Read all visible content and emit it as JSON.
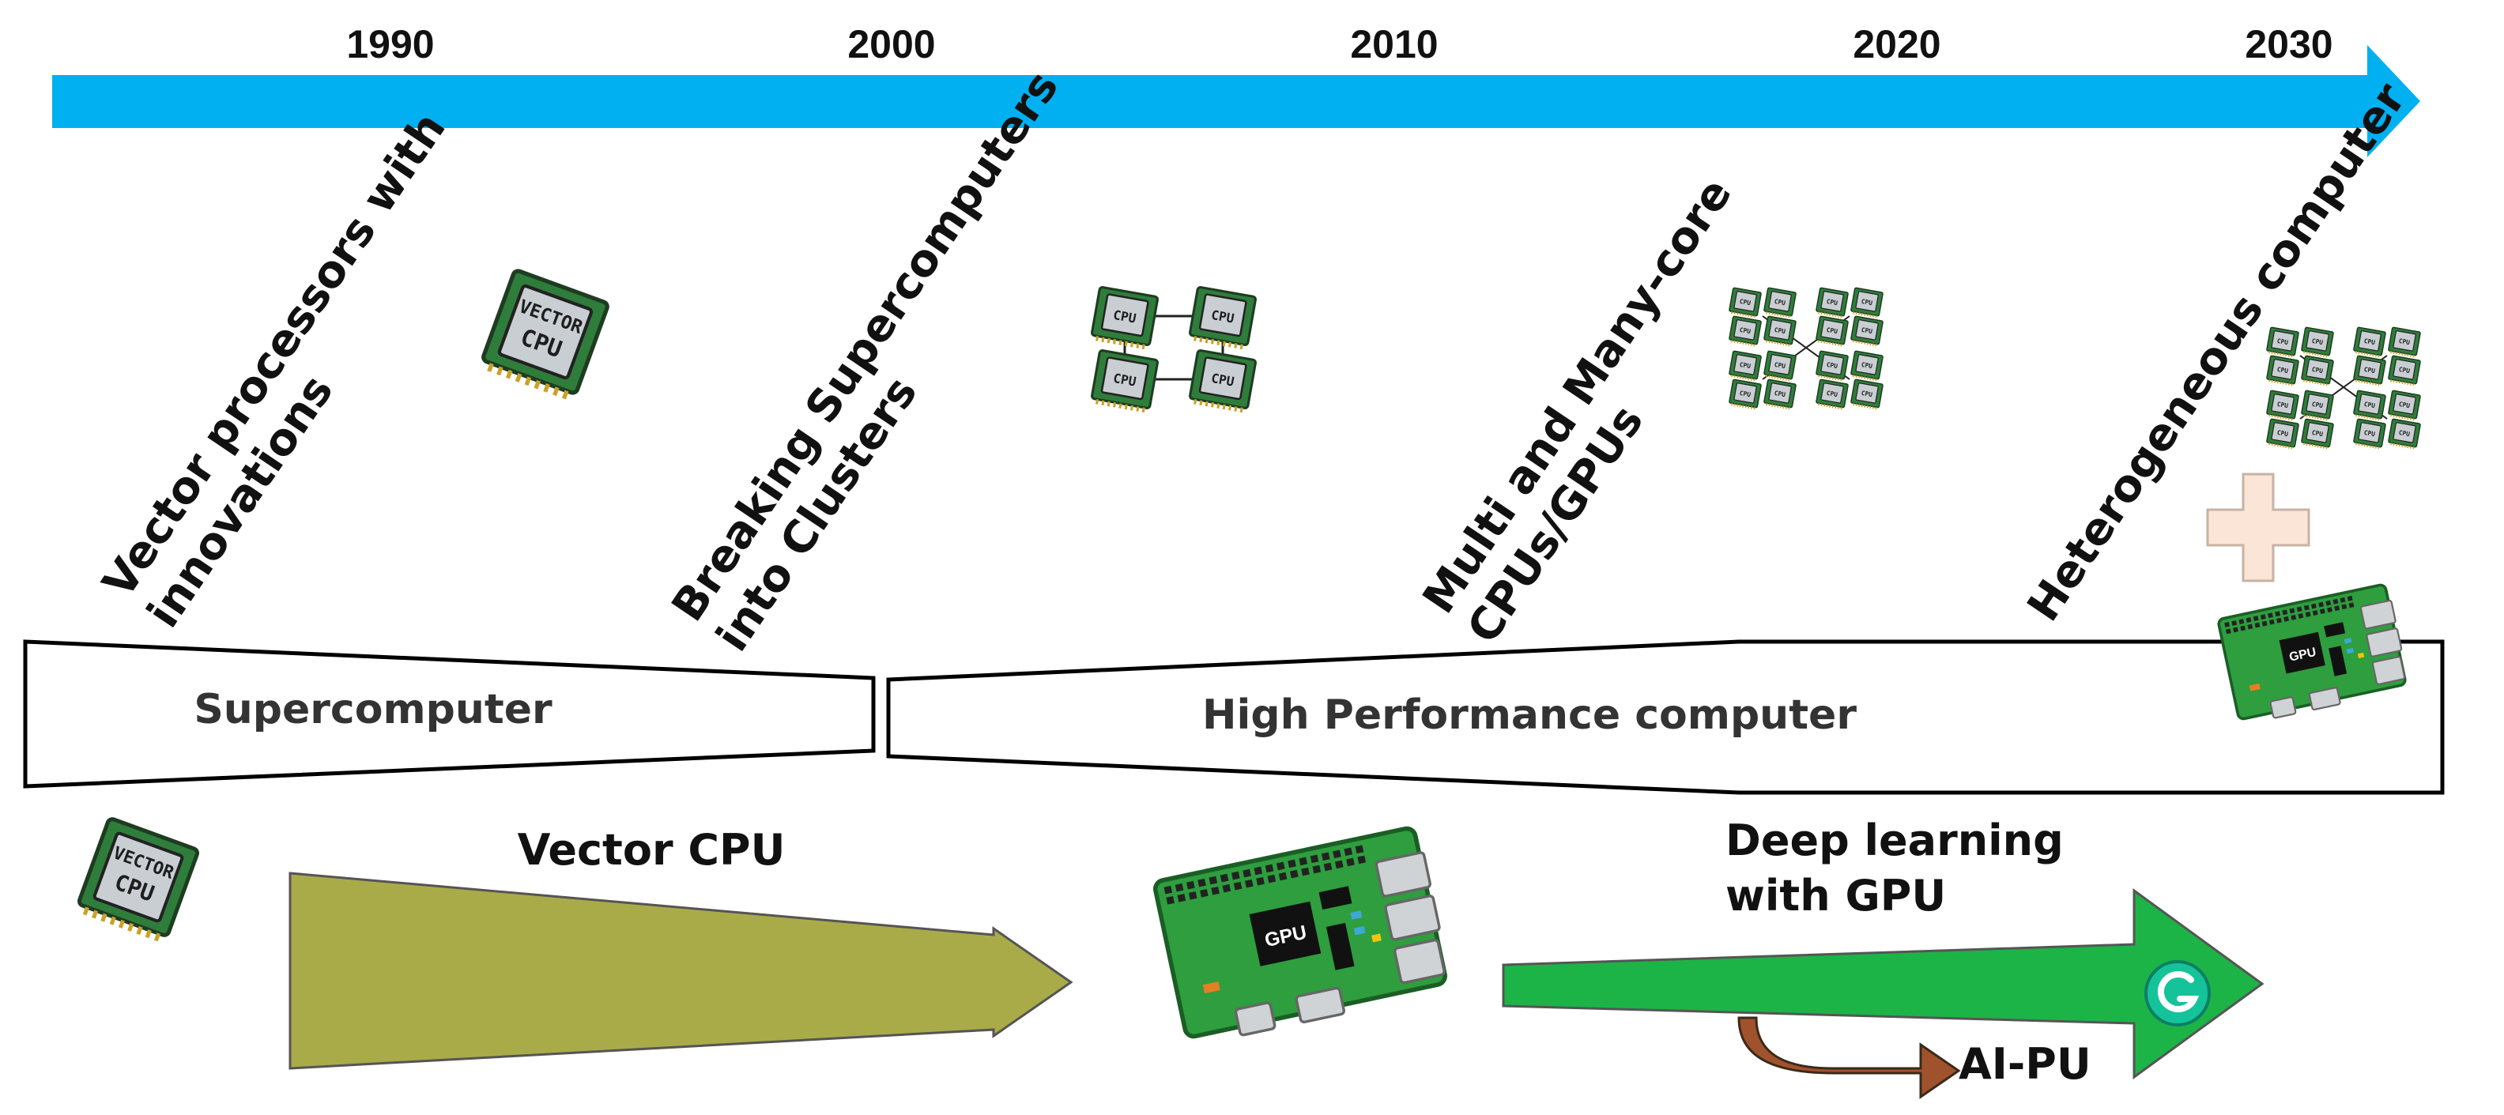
{
  "timeline": {
    "years": [
      "1990",
      "2000",
      "2010",
      "2020",
      "2030"
    ],
    "arrow_color": "#00b0f0"
  },
  "milestones": [
    {
      "line1": "Vector processors with",
      "line2": "innovations"
    },
    {
      "line1": "Breaking Supercomputers",
      "line2": "into Clusters"
    },
    {
      "line1": "Multi and Many-core",
      "line2": "CPUs/GPUs"
    },
    {
      "line1": "Heterogeneous computer",
      "line2": ""
    }
  ],
  "eras": {
    "supercomputer": "Supercomputer",
    "hpc": "High Performance computer"
  },
  "trends": {
    "vector_cpu": "Vector CPU",
    "deep_learning_line1": "Deep learning",
    "deep_learning_line2": "with GPU",
    "ai_pu": "AI-PU",
    "vector_arrow_color": "#a9ab49",
    "gpu_arrow_color": "#1cb447",
    "ai_arrow_color": "#a0522d"
  },
  "icons": {
    "vector_chip_label1": "VECTOR",
    "vector_chip_label2": "CPU",
    "cpu_label": "CPU",
    "gpu_label": "GPU",
    "plus_color": "#fbe5d6"
  }
}
